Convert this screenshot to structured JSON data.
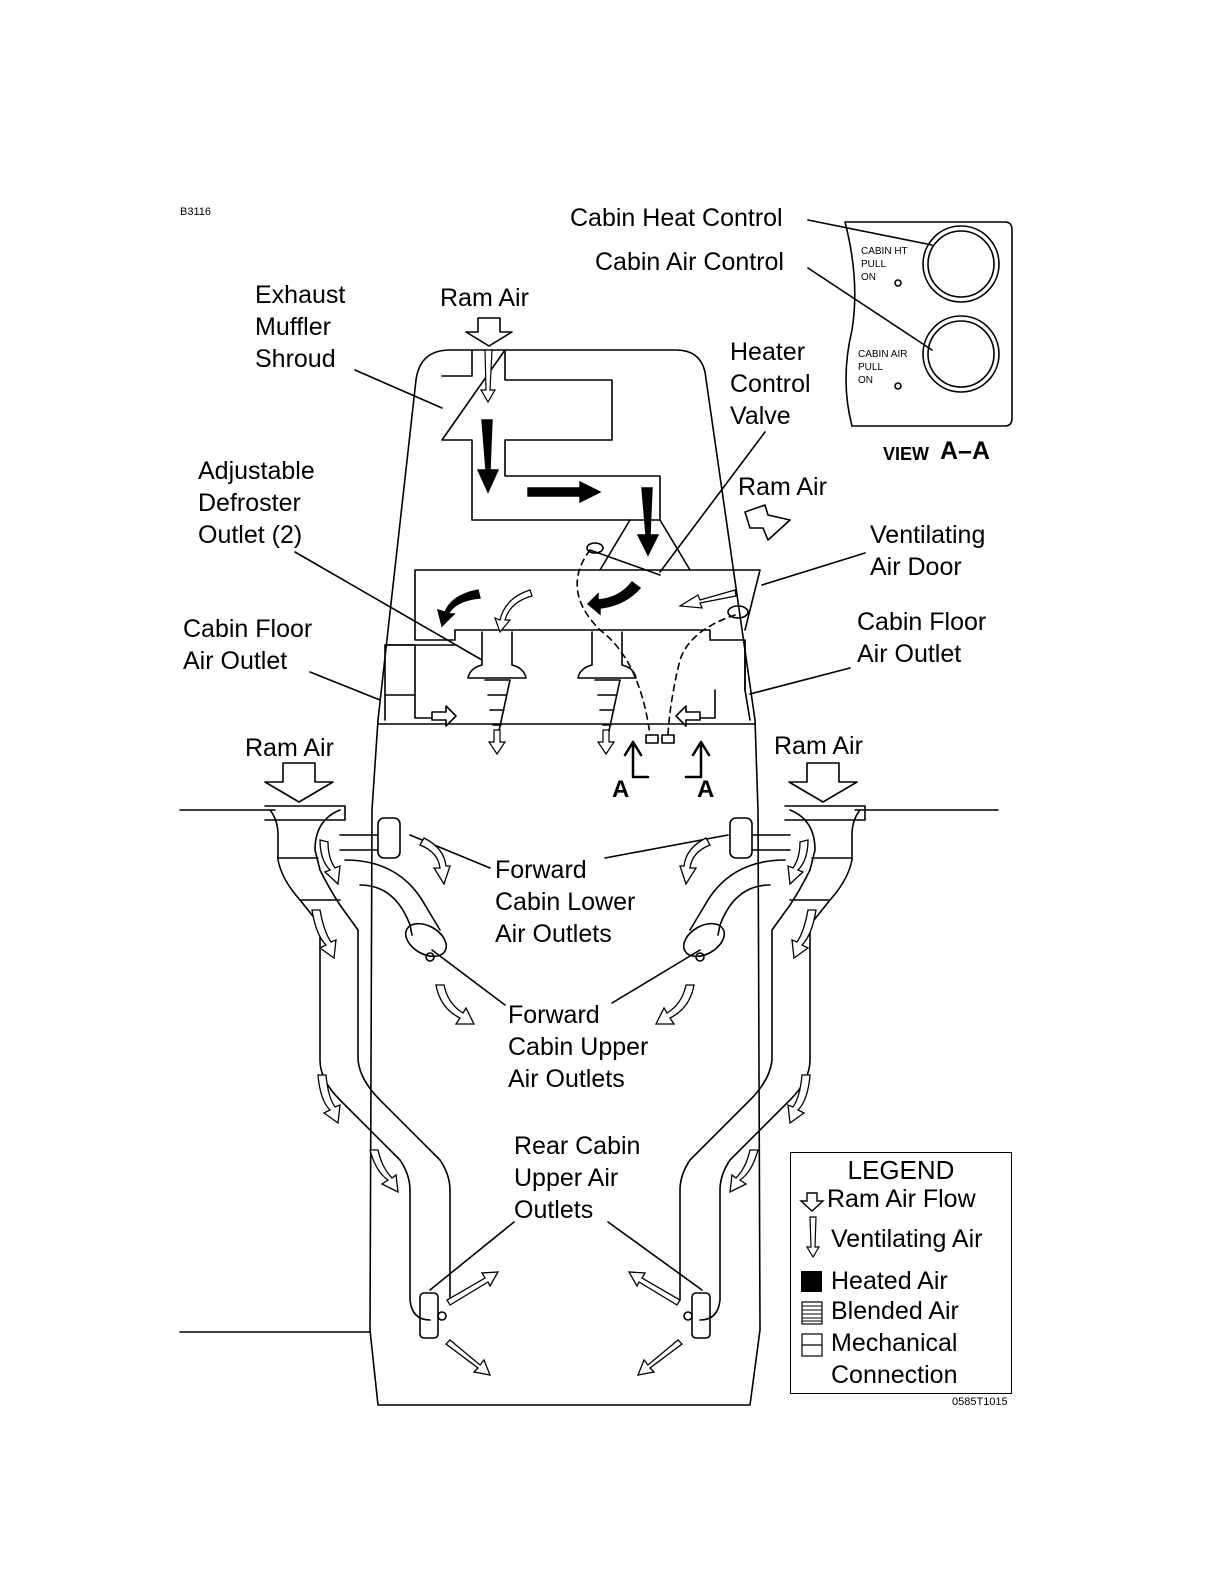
{
  "figure_id": "B3116",
  "figure_code": "0585T1015",
  "labels": {
    "cabin_heat_control": "Cabin Heat Control",
    "cabin_air_control": "Cabin Air Control",
    "exhaust_muffler_shroud": [
      "Exhaust",
      "Muffler",
      "Shroud"
    ],
    "ram_air": "Ram Air",
    "heater_control_valve": [
      "Heater",
      "Control",
      "Valve"
    ],
    "adjustable_defroster_outlet": [
      "Adjustable",
      "Defroster",
      "Outlet (2)"
    ],
    "ventilating_air_door": [
      "Ventilating",
      "Air Door"
    ],
    "cabin_floor_air_outlet": [
      "Cabin Floor",
      "Air Outlet"
    ],
    "section_marker": "A",
    "forward_cabin_lower": [
      "Forward",
      "Cabin Lower",
      "Air Outlets"
    ],
    "forward_cabin_upper": [
      "Forward",
      "Cabin Upper",
      "Air Outlets"
    ],
    "rear_cabin_upper": [
      "Rear Cabin",
      "Upper Air",
      "Outlets"
    ]
  },
  "view_aa": {
    "title_prefix": "VIEW",
    "title_suffix": "A–A",
    "knob_top": [
      "CABIN HT",
      "PULL",
      "ON"
    ],
    "knob_bottom": [
      "CABIN AIR",
      "PULL",
      "ON"
    ]
  },
  "legend": {
    "title": "LEGEND",
    "items": [
      "Ram Air Flow",
      "Ventilating Air",
      "Heated Air",
      "Blended Air",
      "Mechanical",
      "Connection"
    ]
  }
}
